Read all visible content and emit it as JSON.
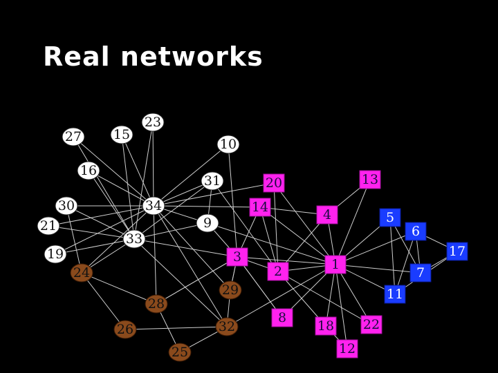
{
  "slide": {
    "title": "Real networks"
  },
  "colors": {
    "background": "#000000",
    "title": "#ffffff",
    "edge": "#cfcfcf",
    "white_node": "#ffffff",
    "brown_node": "#8a4a1c",
    "pink_node": "#ff22ee",
    "blue_node": "#1a3cff"
  },
  "network": {
    "nodes": [
      {
        "id": "1",
        "label": "1",
        "group": "pink",
        "shape": "square"
      },
      {
        "id": "2",
        "label": "2",
        "group": "pink",
        "shape": "square"
      },
      {
        "id": "3",
        "label": "3",
        "group": "pink",
        "shape": "square"
      },
      {
        "id": "4",
        "label": "4",
        "group": "pink",
        "shape": "square"
      },
      {
        "id": "5",
        "label": "5",
        "group": "blue",
        "shape": "square"
      },
      {
        "id": "6",
        "label": "6",
        "group": "blue",
        "shape": "square"
      },
      {
        "id": "7",
        "label": "7",
        "group": "blue",
        "shape": "square"
      },
      {
        "id": "8",
        "label": "8",
        "group": "pink",
        "shape": "square"
      },
      {
        "id": "9",
        "label": "9",
        "group": "white",
        "shape": "circle"
      },
      {
        "id": "10",
        "label": "10",
        "group": "white",
        "shape": "circle"
      },
      {
        "id": "11",
        "label": "11",
        "group": "blue",
        "shape": "square"
      },
      {
        "id": "12",
        "label": "12",
        "group": "pink",
        "shape": "square"
      },
      {
        "id": "13",
        "label": "13",
        "group": "pink",
        "shape": "square"
      },
      {
        "id": "14",
        "label": "14",
        "group": "pink",
        "shape": "square"
      },
      {
        "id": "15",
        "label": "15",
        "group": "white",
        "shape": "circle"
      },
      {
        "id": "16",
        "label": "16",
        "group": "white",
        "shape": "circle"
      },
      {
        "id": "17",
        "label": "17",
        "group": "blue",
        "shape": "square"
      },
      {
        "id": "18",
        "label": "18",
        "group": "pink",
        "shape": "square"
      },
      {
        "id": "19",
        "label": "19",
        "group": "white",
        "shape": "circle"
      },
      {
        "id": "20",
        "label": "20",
        "group": "pink",
        "shape": "square"
      },
      {
        "id": "21",
        "label": "21",
        "group": "white",
        "shape": "circle"
      },
      {
        "id": "22",
        "label": "22",
        "group": "pink",
        "shape": "square"
      },
      {
        "id": "23",
        "label": "23",
        "group": "white",
        "shape": "circle"
      },
      {
        "id": "24",
        "label": "24",
        "group": "brown",
        "shape": "circle"
      },
      {
        "id": "25",
        "label": "25",
        "group": "brown",
        "shape": "circle"
      },
      {
        "id": "26",
        "label": "26",
        "group": "brown",
        "shape": "circle"
      },
      {
        "id": "27",
        "label": "27",
        "group": "white",
        "shape": "circle"
      },
      {
        "id": "28",
        "label": "28",
        "group": "brown",
        "shape": "circle"
      },
      {
        "id": "29",
        "label": "29",
        "group": "brown",
        "shape": "circle"
      },
      {
        "id": "30",
        "label": "30",
        "group": "white",
        "shape": "circle"
      },
      {
        "id": "31",
        "label": "31",
        "group": "white",
        "shape": "circle"
      },
      {
        "id": "32",
        "label": "32",
        "group": "brown",
        "shape": "circle"
      },
      {
        "id": "33",
        "label": "33",
        "group": "white",
        "shape": "circle"
      },
      {
        "id": "34",
        "label": "34",
        "group": "white",
        "shape": "circle"
      }
    ],
    "edges": [
      [
        "27",
        "33"
      ],
      [
        "27",
        "34"
      ],
      [
        "15",
        "33"
      ],
      [
        "15",
        "34"
      ],
      [
        "23",
        "33"
      ],
      [
        "23",
        "34"
      ],
      [
        "16",
        "33"
      ],
      [
        "16",
        "34"
      ],
      [
        "30",
        "33"
      ],
      [
        "30",
        "34"
      ],
      [
        "21",
        "33"
      ],
      [
        "21",
        "34"
      ],
      [
        "19",
        "33"
      ],
      [
        "19",
        "34"
      ],
      [
        "10",
        "34"
      ],
      [
        "10",
        "3"
      ],
      [
        "31",
        "34"
      ],
      [
        "31",
        "9"
      ],
      [
        "31",
        "2"
      ],
      [
        "9",
        "34"
      ],
      [
        "9",
        "33"
      ],
      [
        "9",
        "1"
      ],
      [
        "9",
        "3"
      ],
      [
        "24",
        "33"
      ],
      [
        "24",
        "34"
      ],
      [
        "24",
        "30"
      ],
      [
        "24",
        "28"
      ],
      [
        "24",
        "26"
      ],
      [
        "28",
        "34"
      ],
      [
        "28",
        "25"
      ],
      [
        "28",
        "3"
      ],
      [
        "26",
        "32"
      ],
      [
        "25",
        "32"
      ],
      [
        "32",
        "34"
      ],
      [
        "32",
        "33"
      ],
      [
        "32",
        "1"
      ],
      [
        "29",
        "34"
      ],
      [
        "29",
        "32"
      ],
      [
        "3",
        "33"
      ],
      [
        "3",
        "1"
      ],
      [
        "3",
        "2"
      ],
      [
        "3",
        "8"
      ],
      [
        "3",
        "28"
      ],
      [
        "3",
        "29"
      ],
      [
        "14",
        "34"
      ],
      [
        "14",
        "1"
      ],
      [
        "14",
        "2"
      ],
      [
        "14",
        "4"
      ],
      [
        "20",
        "34"
      ],
      [
        "20",
        "2"
      ],
      [
        "20",
        "1"
      ],
      [
        "2",
        "1"
      ],
      [
        "2",
        "4"
      ],
      [
        "2",
        "18"
      ],
      [
        "2",
        "22"
      ],
      [
        "8",
        "1"
      ],
      [
        "8",
        "3"
      ],
      [
        "4",
        "1"
      ],
      [
        "13",
        "1"
      ],
      [
        "13",
        "4"
      ],
      [
        "1",
        "18"
      ],
      [
        "1",
        "22"
      ],
      [
        "1",
        "12"
      ],
      [
        "1",
        "5"
      ],
      [
        "1",
        "6"
      ],
      [
        "1",
        "7"
      ],
      [
        "1",
        "11"
      ],
      [
        "5",
        "7"
      ],
      [
        "5",
        "11"
      ],
      [
        "6",
        "7"
      ],
      [
        "6",
        "11"
      ],
      [
        "6",
        "17"
      ],
      [
        "7",
        "17"
      ],
      [
        "11",
        "17"
      ],
      [
        "14",
        "3"
      ],
      [
        "31",
        "33"
      ],
      [
        "29",
        "3"
      ],
      [
        "12",
        "18"
      ]
    ]
  }
}
